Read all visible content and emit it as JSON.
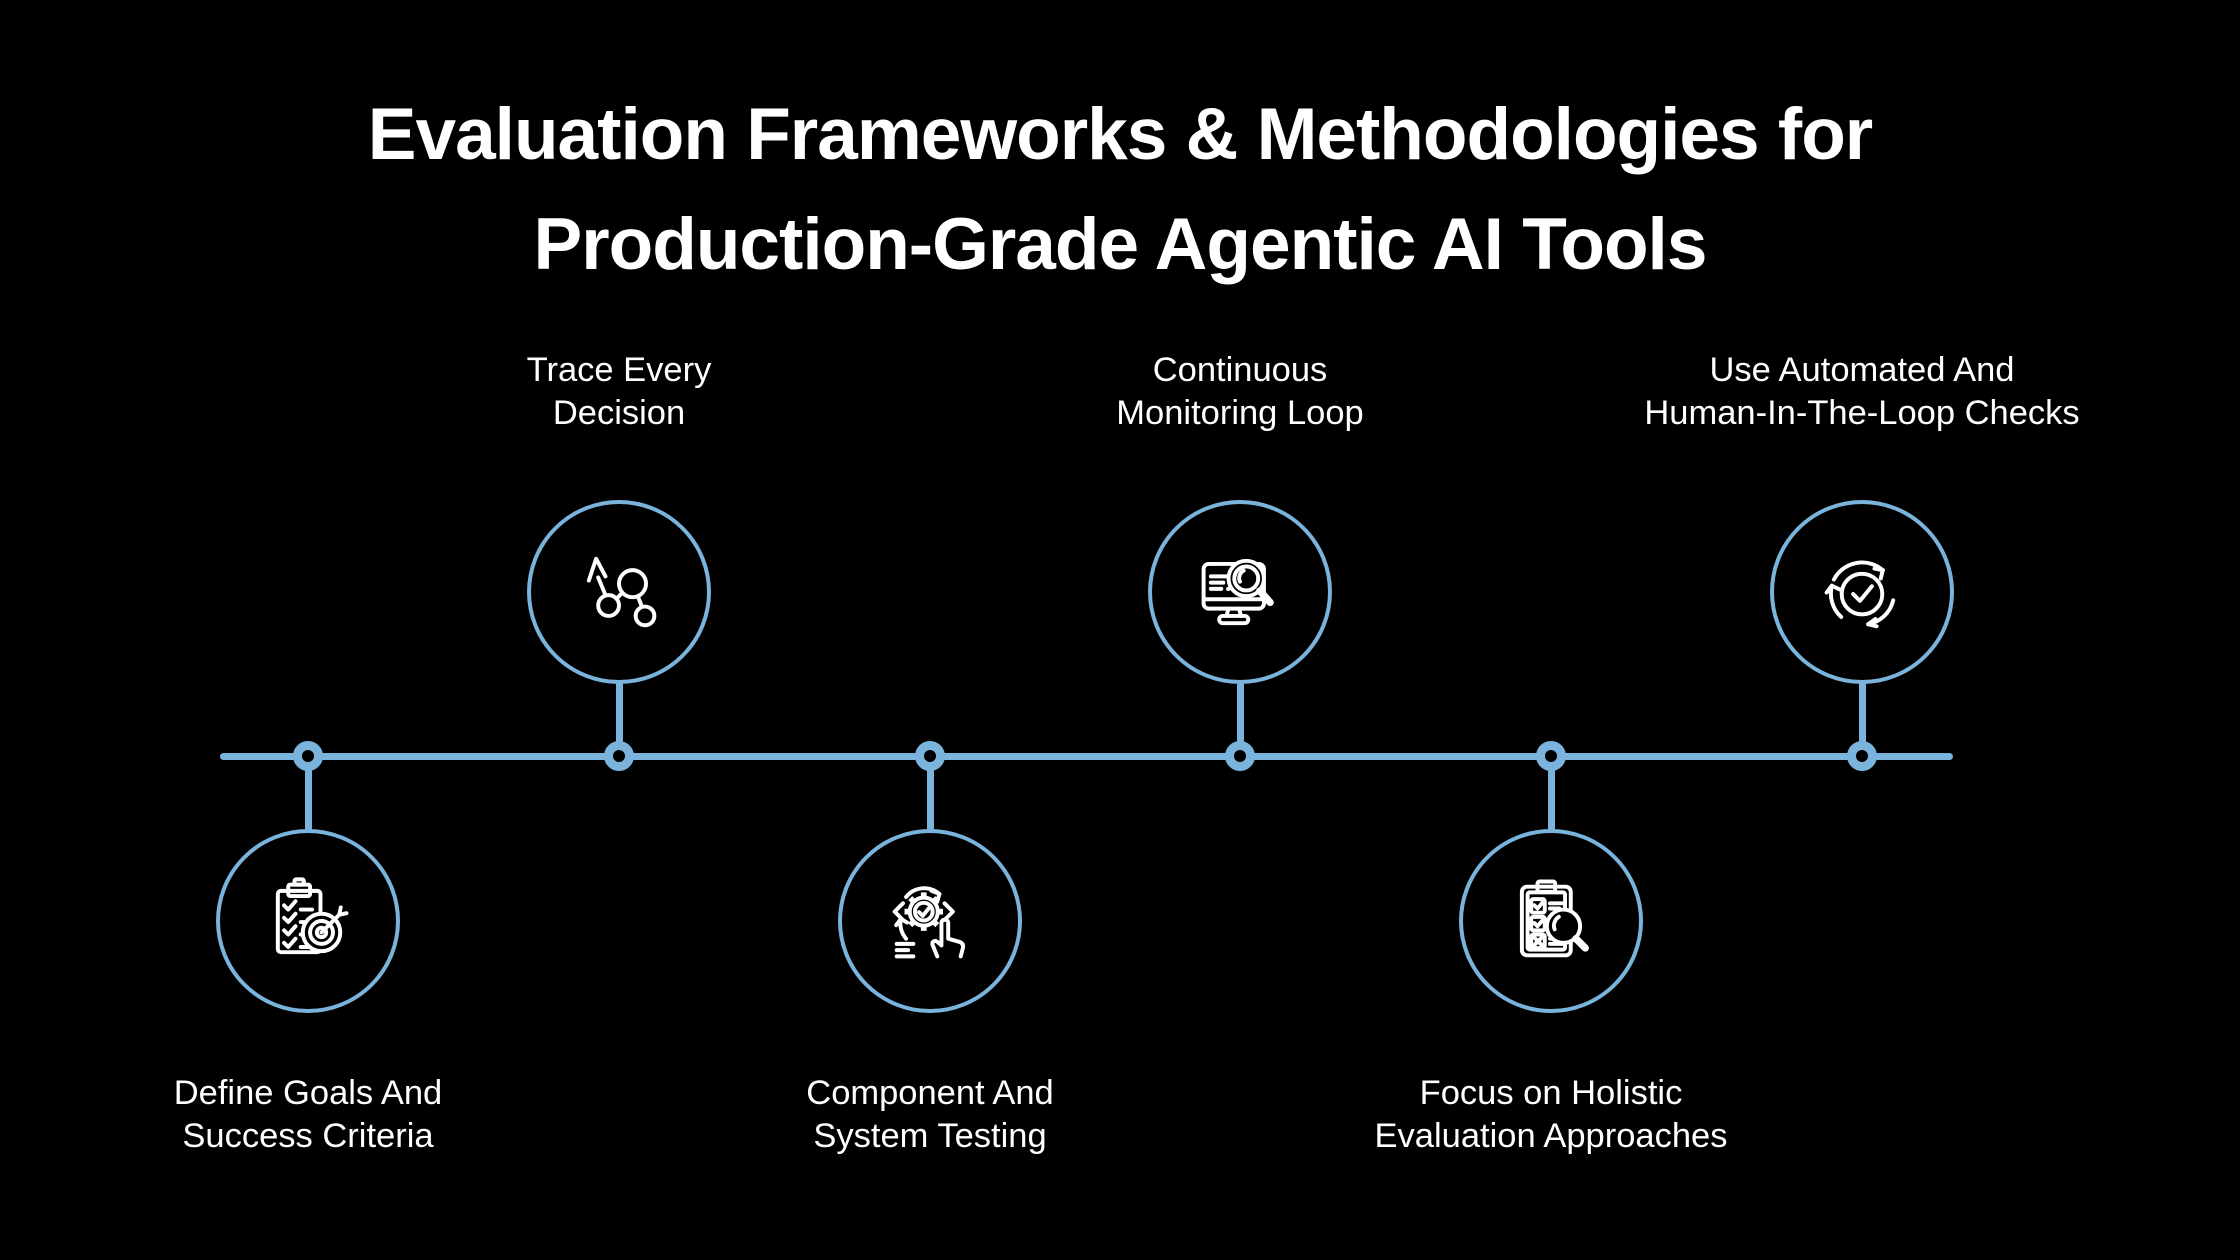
{
  "title": {
    "line1": "Evaluation Frameworks & Methodologies for",
    "line2": "Production-Grade Agentic AI Tools"
  },
  "colors": {
    "background": "#000000",
    "accent_blue": "#7AB3DC",
    "text": "#FFFFFF",
    "icon_stroke": "#FFFFFF"
  },
  "timeline": {
    "orientation": "horizontal",
    "items": [
      {
        "id": "define-goals",
        "position": "below",
        "icon": "clipboard-target-icon",
        "lines": [
          "Define Goals And",
          "Success Criteria"
        ]
      },
      {
        "id": "trace-decision",
        "position": "above",
        "icon": "path-nodes-arrow-icon",
        "lines": [
          "Trace Every",
          "Decision"
        ]
      },
      {
        "id": "component-testing",
        "position": "below",
        "icon": "gear-check-hand-icon",
        "lines": [
          "Component And",
          "System Testing"
        ]
      },
      {
        "id": "continuous-monitoring",
        "position": "above",
        "icon": "monitor-magnifier-icon",
        "lines": [
          "Continuous",
          "Monitoring Loop"
        ]
      },
      {
        "id": "holistic-evaluation",
        "position": "below",
        "icon": "checklist-magnifier-icon",
        "lines": [
          "Focus on Holistic",
          "Evaluation Approaches"
        ]
      },
      {
        "id": "automated-hitl-checks",
        "position": "above",
        "icon": "cycle-arrows-check-icon",
        "lines": [
          "Use Automated And",
          "Human-In-The-Loop Checks"
        ]
      }
    ]
  }
}
